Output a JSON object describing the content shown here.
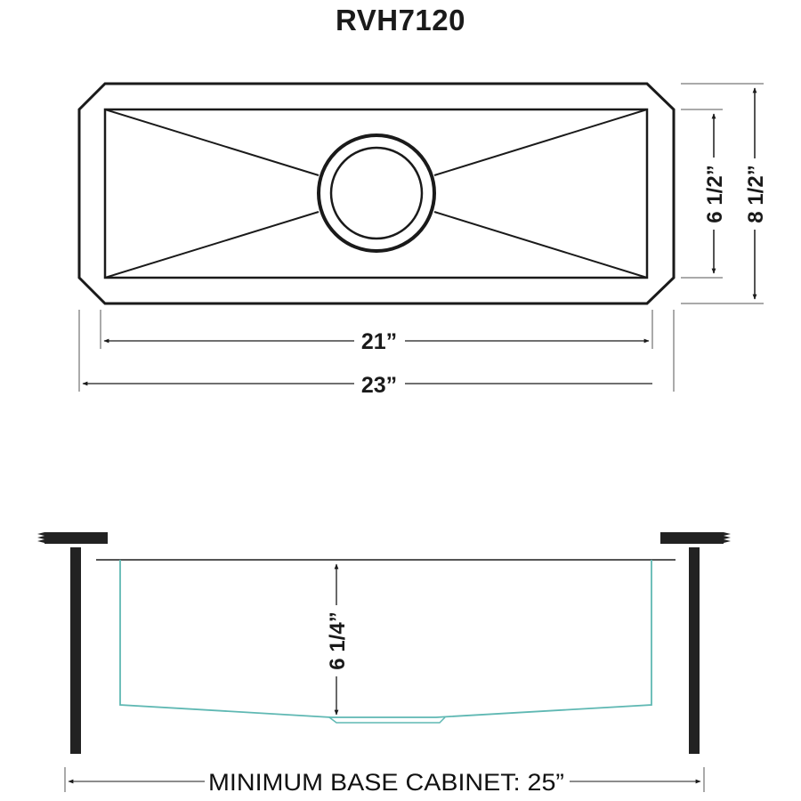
{
  "title": "RVH7120",
  "top_view": {
    "outer_width_label": "23”",
    "inner_width_label": "21”",
    "inner_depth_label": "6 1/2”",
    "outer_depth_label": "8 1/2”"
  },
  "side_view": {
    "bowl_depth_label": "6 1/4”",
    "cabinet_label": "MINIMUM BASE CABINET: 25”"
  },
  "colors": {
    "line": "#1a1a1a",
    "sink_profile": "#7fd3cf",
    "countertop_line": "#555555"
  }
}
